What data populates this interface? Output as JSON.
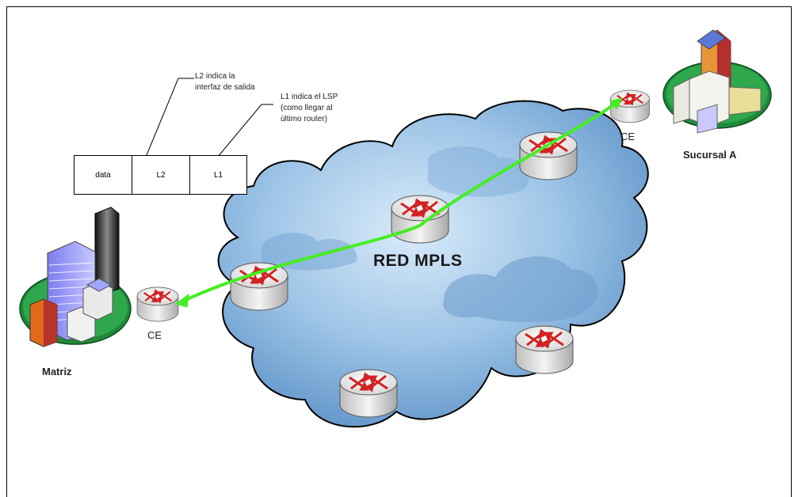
{
  "packet": {
    "cells": [
      "data",
      "L2",
      "L1"
    ]
  },
  "annotations": {
    "l2": [
      "L2 indica la",
      "interfaz de salida"
    ],
    "l1": [
      "L1 indica el LSP",
      "(como llegar al",
      "último router)"
    ]
  },
  "network": {
    "label": "RED MPLS"
  },
  "sites": {
    "hq_name": "Matriz",
    "hq_ce": "CE",
    "branch_name": "Sucursal A",
    "branch_ce": "CE"
  },
  "colors": {
    "cloud": "#8fb8df",
    "path": "#44ee22",
    "router_body": "#f2f2f2",
    "router_arrows": "#d22222",
    "ground": "#1f8a3a"
  },
  "icons": [
    "router-icon",
    "building-icon",
    "cloud-icon",
    "arrow-icon"
  ]
}
